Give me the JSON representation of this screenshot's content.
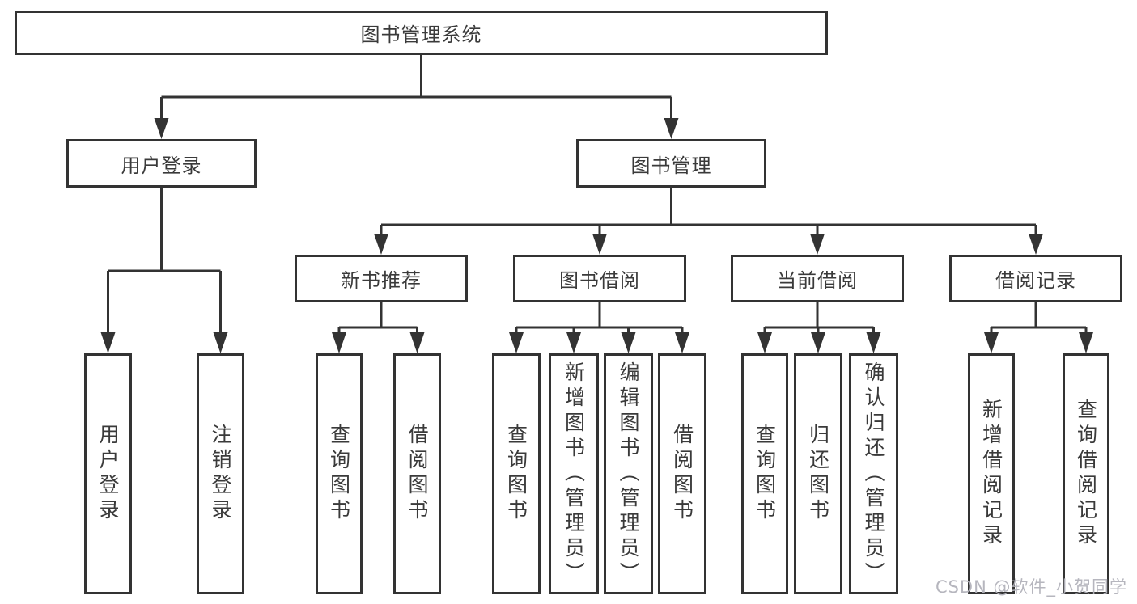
{
  "diagram": {
    "root": {
      "label": "图书管理系统",
      "children": [
        {
          "label": "用户登录",
          "children": [
            {
              "label": "用户登录"
            },
            {
              "label": "注销登录"
            }
          ]
        },
        {
          "label": "图书管理",
          "children": [
            {
              "label": "新书推荐",
              "children": [
                {
                  "label": "查询图书"
                },
                {
                  "label": "借阅图书"
                }
              ]
            },
            {
              "label": "图书借阅",
              "children": [
                {
                  "label": "查询图书"
                },
                {
                  "label": "新增图书（管理员）"
                },
                {
                  "label": "编辑图书（管理员）"
                },
                {
                  "label": "借阅图书"
                }
              ]
            },
            {
              "label": "当前借阅",
              "children": [
                {
                  "label": "查询图书"
                },
                {
                  "label": "归还图书"
                },
                {
                  "label": "确认归还（管理员）"
                }
              ]
            },
            {
              "label": "借阅记录",
              "children": [
                {
                  "label": "新增借阅记录"
                },
                {
                  "label": "查询借阅记录"
                }
              ]
            }
          ]
        }
      ]
    }
  },
  "watermark": "CSDN @软件_小贺同学",
  "colors": {
    "line": "#333333",
    "box_border": "#333333",
    "box_fill": "#ffffff",
    "text": "#3a3a3a",
    "watermark": "#b2b2ba",
    "background": "#ffffff"
  }
}
